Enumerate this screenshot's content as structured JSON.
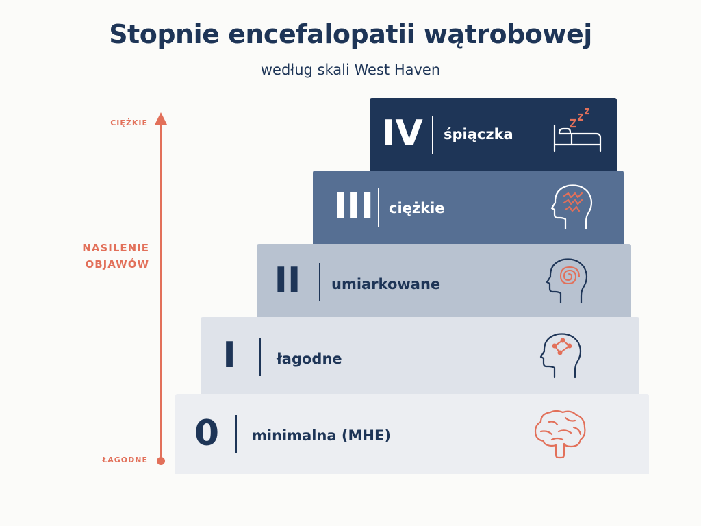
{
  "header": {
    "title": "Stopnie encefalopatii wątrobowej",
    "subtitle": "według skali West Haven"
  },
  "axis": {
    "top_label": "CIĘŻKIE",
    "middle_label_line1": "NASILENIE",
    "middle_label_line2": "OBJAWÓW",
    "bottom_label": "ŁAGODNE",
    "color": "#e2705a"
  },
  "grades": [
    {
      "numeral": "0",
      "description": "minimalna (MHE)",
      "icon": "brain-icon",
      "color": "#eceef2"
    },
    {
      "numeral": "I",
      "description": "łagodne",
      "icon": "head-network-icon",
      "color": "#dfe3ea"
    },
    {
      "numeral": "II",
      "description": "umiarkowane",
      "icon": "head-spiral-icon",
      "color": "#b8c2d0"
    },
    {
      "numeral": "III",
      "description": "ciężkie",
      "icon": "head-zigzag-icon",
      "color": "#566f93"
    },
    {
      "numeral": "IV",
      "description": "śpiączka",
      "icon": "bed-sleep-icon",
      "color": "#1e3557"
    }
  ]
}
